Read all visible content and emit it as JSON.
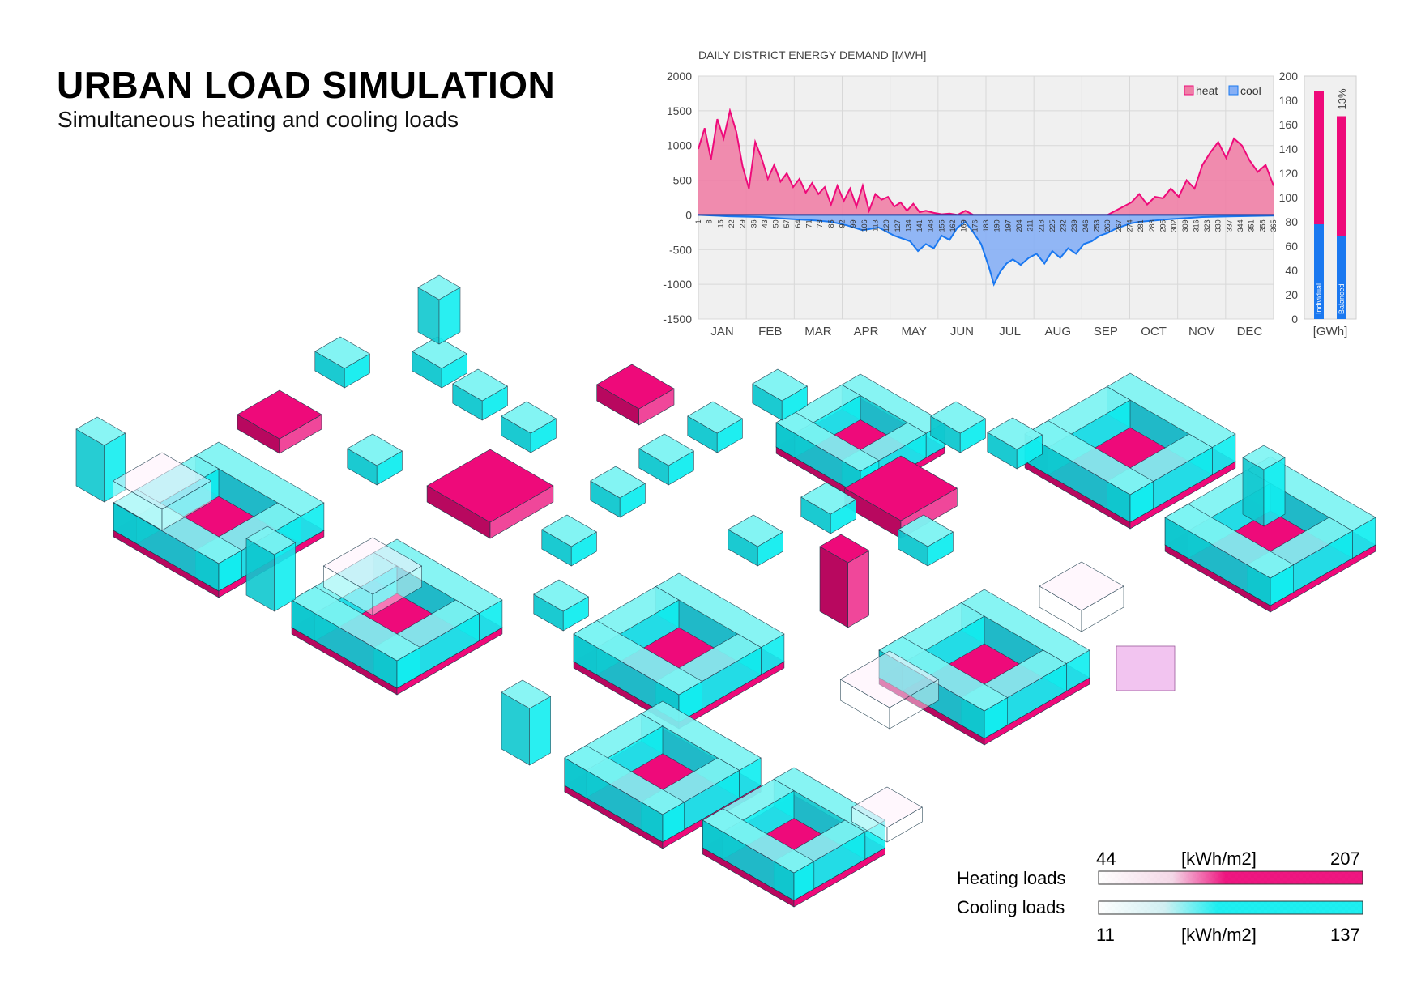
{
  "header": {
    "title": "URBAN LOAD SIMULATION",
    "subtitle": "Simultaneous heating and cooling loads"
  },
  "colors": {
    "heat": "#ee0a7a",
    "heat_fill": "#ef7fa6",
    "cool": "#1a78f0",
    "cool_fill": "#86aff5",
    "cyan": "#12eef0",
    "plot_bg": "#f0f0f0"
  },
  "chart_data": [
    {
      "type": "area",
      "title": "DAILY DISTRICT ENERGY DEMAND [MWH]",
      "ylim": [
        -1500,
        2000
      ],
      "yticks": [
        "2000",
        "1500",
        "1000",
        "500",
        "0",
        "-500",
        "-1000",
        "-1500"
      ],
      "ytick_values": [
        2000,
        1500,
        1000,
        500,
        0,
        -500,
        -1000,
        -1500
      ],
      "months": [
        "JAN",
        "FEB",
        "MAR",
        "APR",
        "MAY",
        "JUN",
        "JUL",
        "AUG",
        "SEP",
        "OCT",
        "NOV",
        "DEC"
      ],
      "day_ticks": [
        "1",
        "8",
        "15",
        "22",
        "29",
        "36",
        "43",
        "50",
        "57",
        "64",
        "71",
        "78",
        "85",
        "92",
        "99",
        "106",
        "113",
        "120",
        "127",
        "134",
        "141",
        "148",
        "155",
        "162",
        "169",
        "176",
        "183",
        "190",
        "197",
        "204",
        "211",
        "218",
        "225",
        "232",
        "239",
        "246",
        "253",
        "260",
        "267",
        "274",
        "281",
        "288",
        "295",
        "302",
        "309",
        "316",
        "323",
        "330",
        "337",
        "344",
        "351",
        "358",
        "365"
      ],
      "legend": {
        "heat": "heat",
        "cool": "cool",
        "position": "top-right"
      },
      "grid": true,
      "series": [
        {
          "name": "heat",
          "x": [
            1,
            5,
            9,
            13,
            17,
            21,
            25,
            29,
            33,
            37,
            41,
            45,
            49,
            53,
            57,
            61,
            65,
            69,
            73,
            77,
            81,
            85,
            89,
            93,
            97,
            101,
            105,
            109,
            113,
            117,
            121,
            125,
            129,
            133,
            137,
            141,
            145,
            150,
            155,
            160,
            165,
            170,
            175,
            180,
            200,
            220,
            240,
            255,
            260,
            265,
            270,
            275,
            280,
            285,
            290,
            295,
            300,
            305,
            310,
            315,
            320,
            325,
            330,
            335,
            340,
            345,
            350,
            355,
            360,
            365
          ],
          "y": [
            950,
            1250,
            800,
            1380,
            1100,
            1500,
            1200,
            700,
            380,
            1050,
            820,
            520,
            720,
            480,
            600,
            400,
            520,
            320,
            460,
            300,
            400,
            150,
            420,
            200,
            380,
            120,
            420,
            60,
            300,
            220,
            260,
            120,
            180,
            60,
            160,
            40,
            60,
            30,
            10,
            20,
            0,
            60,
            0,
            0,
            0,
            0,
            0,
            0,
            0,
            60,
            120,
            180,
            300,
            150,
            260,
            240,
            380,
            260,
            500,
            380,
            720,
            900,
            1050,
            820,
            1100,
            1000,
            780,
            620,
            720,
            420
          ]
        },
        {
          "name": "cool",
          "x": [
            1,
            20,
            40,
            60,
            75,
            85,
            95,
            105,
            115,
            125,
            135,
            140,
            145,
            150,
            155,
            160,
            165,
            170,
            175,
            180,
            185,
            188,
            192,
            196,
            200,
            205,
            210,
            215,
            220,
            225,
            230,
            235,
            240,
            245,
            250,
            255,
            260,
            265,
            270,
            275,
            280,
            290,
            300,
            320,
            340,
            365
          ],
          "y": [
            0,
            -20,
            -30,
            -60,
            -80,
            -100,
            -150,
            -220,
            -180,
            -300,
            -380,
            -520,
            -420,
            -480,
            -300,
            -360,
            -180,
            -100,
            -250,
            -420,
            -760,
            -1000,
            -820,
            -700,
            -640,
            -720,
            -620,
            -560,
            -700,
            -520,
            -620,
            -480,
            -560,
            -420,
            -380,
            -300,
            -260,
            -200,
            -160,
            -120,
            -100,
            -80,
            -60,
            -30,
            -20,
            -10
          ]
        }
      ]
    },
    {
      "type": "bar",
      "ylim": [
        0,
        200
      ],
      "yticks": [
        "200",
        "180",
        "160",
        "140",
        "120",
        "100",
        "80",
        "60",
        "40",
        "20",
        "0"
      ],
      "ytick_values": [
        200,
        180,
        160,
        140,
        120,
        100,
        80,
        60,
        40,
        20,
        0
      ],
      "ylabel": "[GWh]",
      "categories": [
        "Individual",
        "Balanced"
      ],
      "annotation": "13%",
      "series": [
        {
          "name": "cool",
          "values": [
            78,
            68
          ]
        },
        {
          "name": "heat",
          "values": [
            110,
            99
          ]
        }
      ]
    }
  ],
  "legend": {
    "heating": {
      "label": "Heating loads",
      "min": "44",
      "max": "207",
      "unit": "[kWh/m2]"
    },
    "cooling": {
      "label": "Cooling loads",
      "min": "11",
      "max": "137",
      "unit": "[kWh/m2]"
    }
  }
}
